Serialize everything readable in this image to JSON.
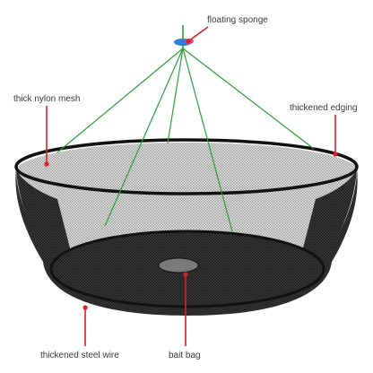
{
  "labels": {
    "floating_sponge": "floating sponge",
    "thick_nylon_mesh": "thick nylon mesh",
    "thickened_edging": "thickened edging",
    "thickened_steel_wire": "thickened steel wire",
    "bait_bag": "bait bag"
  },
  "colors": {
    "net": "#1a1a1a",
    "rope": "#2e9e3a",
    "callout": "#d8202a",
    "sponge_top": "#2b7fd8",
    "sponge_accent": "#c84a9a"
  }
}
